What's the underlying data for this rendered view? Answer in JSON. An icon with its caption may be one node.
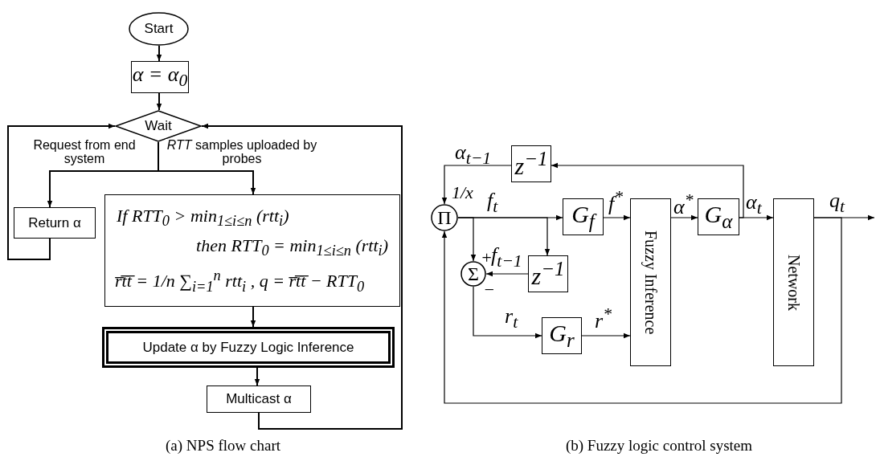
{
  "diagram": {
    "nodes": [
      {
        "text": [
          "Start"
        ]
      },
      {
        "text": [
          "α = α$_{0}$"
        ]
      },
      {
        "text": [
          "Wait"
        ]
      },
      {
        "text": [
          "Return α"
        ]
      },
      {
        "text": [
          "If RTT$_{0}$ > min$_{1≤i≤n}$ (rtt$_{i}$)",
          "then RTT$_{0}$ = min$_{1≤i≤n}$ (rtt$_{i}$)",
          "r̅t̅t̅ = 1/n ∑$_{i=1}$$^{n}$ rtt$_{i}$ , q = r̅t̅t̅ − RTT$_{0}$"
        ]
      },
      {
        "text": [
          "Update α by Fuzzy Logic Inference"
        ]
      },
      {
        "text": [
          "Multicast α"
        ]
      },
      {
        "text": [
          "Π"
        ],
        "beside": [
          "1/x"
        ]
      },
      {
        "text": [
          "z$^{−1}$"
        ]
      },
      {
        "text": [
          "G$_{f}$"
        ]
      },
      {
        "text": [
          "Fuzzy Inference"
        ]
      },
      {
        "text": [
          "G$_{α}$"
        ]
      },
      {
        "text": [
          "Network"
        ]
      },
      {
        "text": [
          "Σ"
        ],
        "beside": [
          "+",
          "−"
        ]
      },
      {
        "text": [
          "z$^{−1}$"
        ]
      },
      {
        "text": [
          "G$_{r}$"
        ]
      }
    ],
    "edges": [
      {
        "from": 0,
        "to": 1,
        "arrow": "to"
      },
      {
        "from": 1,
        "to": 2,
        "arrow": "to"
      },
      {
        "from": 2,
        "to": 3,
        "arrow": "to",
        "label": "Request from end system"
      },
      {
        "from": 2,
        "to": 4,
        "arrow": "to",
        "label": "*RTT* samples uploaded by probes"
      },
      {
        "from": 4,
        "to": 5,
        "arrow": "to"
      },
      {
        "from": 5,
        "to": 6,
        "arrow": "to"
      },
      {
        "from": 6,
        "to": 2,
        "arrow": "to"
      },
      {
        "from": 3,
        "to": 2,
        "arrow": "to"
      },
      {
        "from": 7,
        "to": 9,
        "arrow": "to",
        "label": "f$_{t}$"
      },
      {
        "from": 9,
        "to": 10,
        "arrow": "to",
        "label": "f$^{*}$"
      },
      {
        "from": 10,
        "to": 11,
        "arrow": "to",
        "label": "α$^{*}$"
      },
      {
        "from": 11,
        "to": 12,
        "arrow": "to",
        "label": "α$_{t}$"
      },
      {
        "from": 12,
        "to": null,
        "arrow": "to",
        "label": "q$_{t}$"
      },
      {
        "from": 11,
        "to": 8,
        "arrow": "to"
      },
      {
        "from": 8,
        "to": 7,
        "arrow": "to",
        "label": "α$_{t−1}$"
      },
      {
        "from": 7,
        "to": 13,
        "arrow": "to"
      },
      {
        "from": 7,
        "to": 14,
        "arrow": "to"
      },
      {
        "from": 14,
        "to": 13,
        "arrow": "to",
        "label": "f$_{t−1}$"
      },
      {
        "from": 13,
        "to": 15,
        "arrow": "to",
        "label": "r$_{t}$"
      },
      {
        "from": 15,
        "to": 10,
        "arrow": "to",
        "label": "r$^{*}$"
      },
      {
        "from": 12,
        "to": 7,
        "arrow": "to"
      }
    ],
    "labels": [
      "(a) NPS flow chart",
      "(b) Fuzzy logic control system"
    ]
  }
}
